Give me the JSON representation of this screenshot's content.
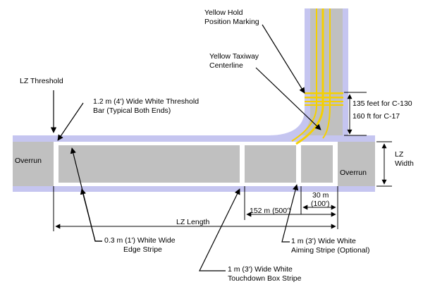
{
  "colors": {
    "shoulder": "#C5C5F0",
    "pavement": "#C0C0C0",
    "stripe": "#FFFFFF",
    "taxiway_marking": "#F5D000",
    "line": "#000000"
  },
  "labels": {
    "hold_position_line1": "Yellow Hold",
    "hold_position_line2": "Position Marking",
    "taxiway_centerline_line1": "Yellow Taxiway",
    "taxiway_centerline_line2": "Centerline",
    "lz_threshold": "LZ Threshold",
    "threshold_bar_line1": "1.2 m (4') Wide White Threshold",
    "threshold_bar_line2": "Bar (Typical Both Ends)",
    "hold_distance_line1": "135 feet for C-130",
    "hold_distance_line2": "160 ft for C-17",
    "overrun_left": "Overrun",
    "overrun_right": "Overrun",
    "lz_width_line1": "LZ",
    "lz_width_line2": "Width",
    "dist_30m_line1": "30 m",
    "dist_30m_line2": "(100')",
    "dist_152m": "152 m (500')",
    "lz_length": "LZ Length",
    "edge_stripe_line1": "0.3 m (1') White Wide",
    "edge_stripe_line2": "Edge Stripe",
    "aiming_stripe_line1": "1 m (3') Wide White",
    "aiming_stripe_line2": "Aiming Stripe (Optional)",
    "touchdown_line1": "1 m (3') Wide White",
    "touchdown_line2": "Touchdown Box Stripe"
  }
}
